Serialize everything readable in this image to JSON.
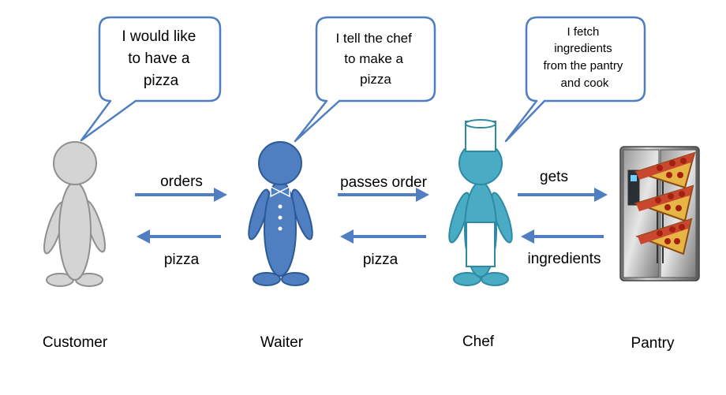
{
  "bubbles": {
    "customer": [
      "I would like",
      "to have a",
      "pizza"
    ],
    "waiter": [
      "I tell the chef",
      "to make a",
      "pizza"
    ],
    "chef": [
      "I fetch",
      "ingredients",
      "from the pantry",
      "and cook"
    ]
  },
  "arrows": {
    "customer_to_waiter": "orders",
    "waiter_to_customer": "pizza",
    "waiter_to_chef": "passes order",
    "chef_to_waiter": "pizza",
    "chef_to_pantry": "gets",
    "pantry_to_chef": "ingredients"
  },
  "actors": {
    "customer": "Customer",
    "waiter": "Waiter",
    "chef": "Chef",
    "pantry": "Pantry"
  },
  "colors": {
    "customer": "#d4d4d4",
    "waiter": "#4f7fc0",
    "chef": "#4aabc5",
    "arrow": "#4f7fc0",
    "bubble_stroke": "#4f7fc0"
  }
}
